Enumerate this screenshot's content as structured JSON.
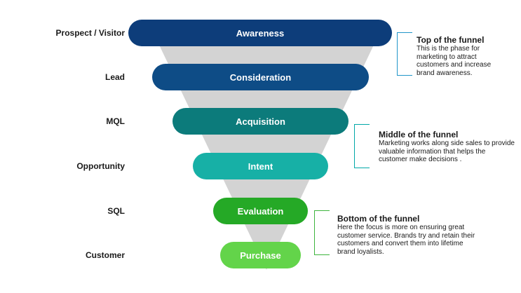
{
  "stages": [
    {
      "label": "Awareness",
      "side_label": "Prospect / Visitor",
      "color": "#0d3d7a"
    },
    {
      "label": "Consideration",
      "side_label": "Lead",
      "color": "#0e4c86"
    },
    {
      "label": "Acquisition",
      "side_label": "MQL",
      "color": "#0c7b7b"
    },
    {
      "label": "Intent",
      "side_label": "Opportunity",
      "color": "#17b0a6"
    },
    {
      "label": "Evaluation",
      "side_label": "SQL",
      "color": "#25a926"
    },
    {
      "label": "Purchase",
      "side_label": "Customer",
      "color": "#63d44a"
    }
  ],
  "notes": {
    "top": {
      "title": "Top of the funnel",
      "body": "This is the phase for marketing to attract customers and increase brand awareness."
    },
    "middle": {
      "title": "Middle of the funnel",
      "body": "Marketing works along side sales to provide valuable information that helps the customer make decisions ."
    },
    "bottom": {
      "title": "Bottom of the funnel",
      "body": "Here the focus is more on ensuring great customer service. Brands try and retain their customers and convert them into lifetime brand loyalists."
    }
  },
  "colors": {
    "funnel_gray": "#d3d3d3",
    "bracket_top": "#2196c9",
    "bracket_middle": "#00a8a8",
    "bracket_bottom": "#3db53d"
  }
}
